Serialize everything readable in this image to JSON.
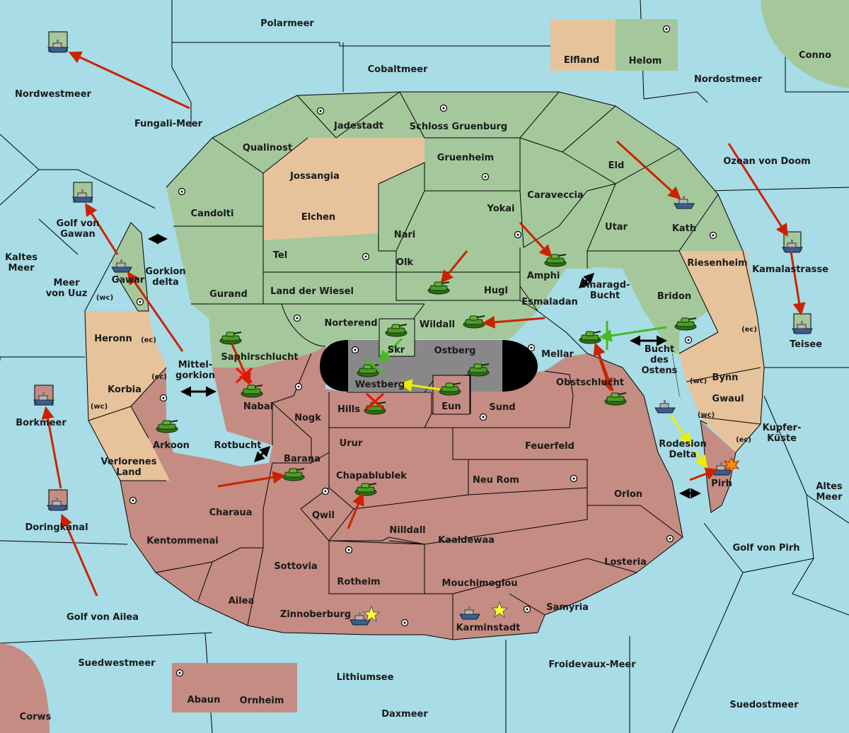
{
  "map": {
    "colors": {
      "sea": "#a8dce6",
      "green_land": "#a4c89c",
      "tan_land": "#e6c39b",
      "red_land": "#c48c82",
      "impassable": "#888888",
      "impassable_edge": "#000000",
      "order_red": "#cc2200",
      "order_green": "#44bb22",
      "order_yellow": "#eeee00"
    },
    "sea_labels": [
      "Polarmeer",
      "Cobaltmeer",
      "Conno",
      "Nordwestmeer",
      "Fungali-Meer",
      "Nordostmeer",
      "Ozean von Doom",
      "Golf von Gawan",
      "Kaltes Meer",
      "Meer von Uuz",
      "Mittel-gorkion",
      "Gorkion delta",
      "Smaragd-Bucht",
      "Bucht des Ostens",
      "Kamalastrasse",
      "Teisee",
      "Kupfer-Küste",
      "Altes Meer",
      "Borkmeer",
      "Doringkanal",
      "Golf von Ailea",
      "Golf von Pirh",
      "Rotbucht",
      "Rodesion Delta",
      "Suedwestmeer",
      "Lithiumsee",
      "Froidevaux-Meer",
      "Daxmeer",
      "Suedostmeer",
      "Corws"
    ],
    "green_labels": [
      "Helom",
      "Jadestadt",
      "Schloss Gruenburg",
      "Qualinost",
      "Gruenheim",
      "Eld",
      "Candolti",
      "Caraveccia",
      "Yokai",
      "Nari",
      "Olk",
      "Tel",
      "Utar",
      "Kath",
      "Amphi",
      "Gurand",
      "Land der Wiesel",
      "Hugl",
      "Esmaladan",
      "Bridon",
      "Norterend",
      "Wildall",
      "Skr",
      "Mellar",
      "Gawar"
    ],
    "tan_labels": [
      "Elfland",
      "Jossangia",
      "Elchen",
      "Riesenheim",
      "Heronn",
      "Korbia",
      "Verlorenes Land",
      "Bynn",
      "Gwaul"
    ],
    "red_labels": [
      "Saphirschlucht",
      "Nabai",
      "Westberg",
      "Hills",
      "Eun",
      "Sund",
      "Obstschlucht",
      "Nogk",
      "Urur",
      "Feuerfeld",
      "Arkoon",
      "Barana",
      "Chapablublek",
      "Neu Rom",
      "Pirh",
      "Qwil",
      "Nilldall",
      "Kaaldewaa",
      "Orlon",
      "Charaua",
      "Kentommenai",
      "Sottovia",
      "Rotheim",
      "Losteria",
      "Mouchimoglou",
      "Ailea",
      "Zinnoberburg",
      "Samyria",
      "Karminstadt",
      "Abaun",
      "Ornheim"
    ],
    "grey_labels": [
      "Ostberg"
    ],
    "coast_tags": [
      "(wc)",
      "(ec)",
      "(wc)",
      "(ec)",
      "(wc)",
      "(ec)",
      "(wc)",
      "(ec)"
    ]
  }
}
